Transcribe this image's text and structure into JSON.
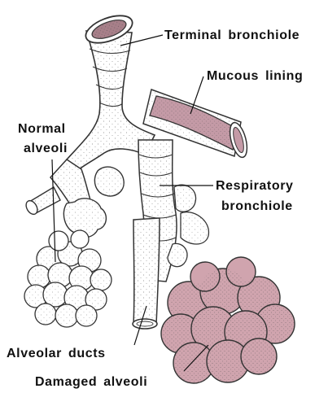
{
  "labels": {
    "terminal_bronchiole": "Terminal bronchiole",
    "mucous_lining": "Mucous lining",
    "normal_alveoli_line1": "Normal",
    "normal_alveoli_line2": "alveoli",
    "respiratory_bronchiole_line1": "Respiratory",
    "respiratory_bronchiole_line2": "bronchiole",
    "alveolar_ducts": "Alveolar ducts",
    "damaged_alveoli": "Damaged alveoli"
  },
  "colors": {
    "mucous_pink": "#c49aa6",
    "damaged_alveoli_pink": "#d0a4ae",
    "tissue_white": "#ffffff",
    "outline": "#333333",
    "label_text": "#111111"
  },
  "icons": {
    "leader_lines": "thin black lines connecting labels to structures"
  }
}
